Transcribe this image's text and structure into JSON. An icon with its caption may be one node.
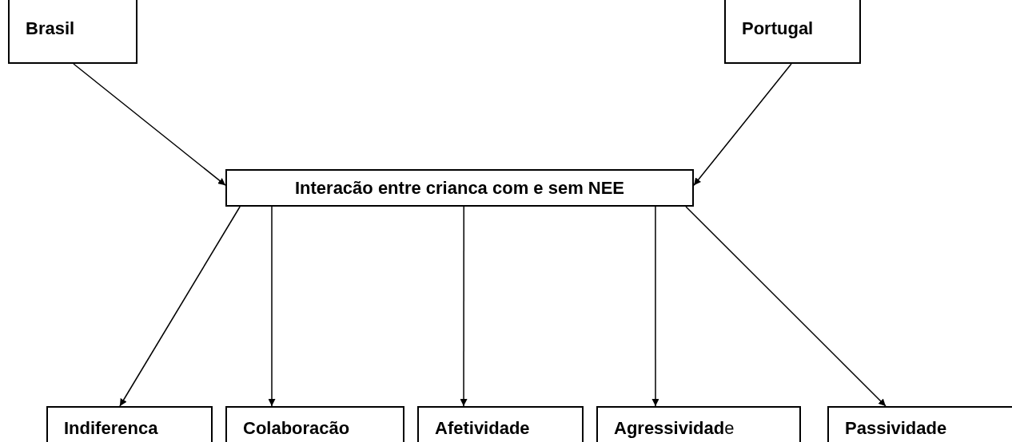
{
  "diagram": {
    "nodes": [
      {
        "text": [
          "Brasil"
        ]
      },
      {
        "text": [
          "Portugal"
        ]
      },
      {
        "text": [
          "Interacão entre crianca com e sem NEE"
        ]
      },
      {
        "text": [
          "Indiferenca"
        ]
      },
      {
        "text": [
          "Colaboracão"
        ]
      },
      {
        "text": [
          "Afetividade"
        ]
      },
      {
        "text": [
          "**Agressividad**e"
        ]
      },
      {
        "text": [
          "Passividade"
        ]
      }
    ],
    "edges": [
      {
        "from": 0,
        "to": 2,
        "arrow": "to"
      },
      {
        "from": 1,
        "to": 2,
        "arrow": "to"
      },
      {
        "from": 2,
        "to": 3,
        "arrow": "to"
      },
      {
        "from": 2,
        "to": 4,
        "arrow": "to"
      },
      {
        "from": 2,
        "to": 5,
        "arrow": "to"
      },
      {
        "from": 2,
        "to": 6,
        "arrow": "to"
      },
      {
        "from": 2,
        "to": 7,
        "arrow": "to"
      }
    ]
  }
}
